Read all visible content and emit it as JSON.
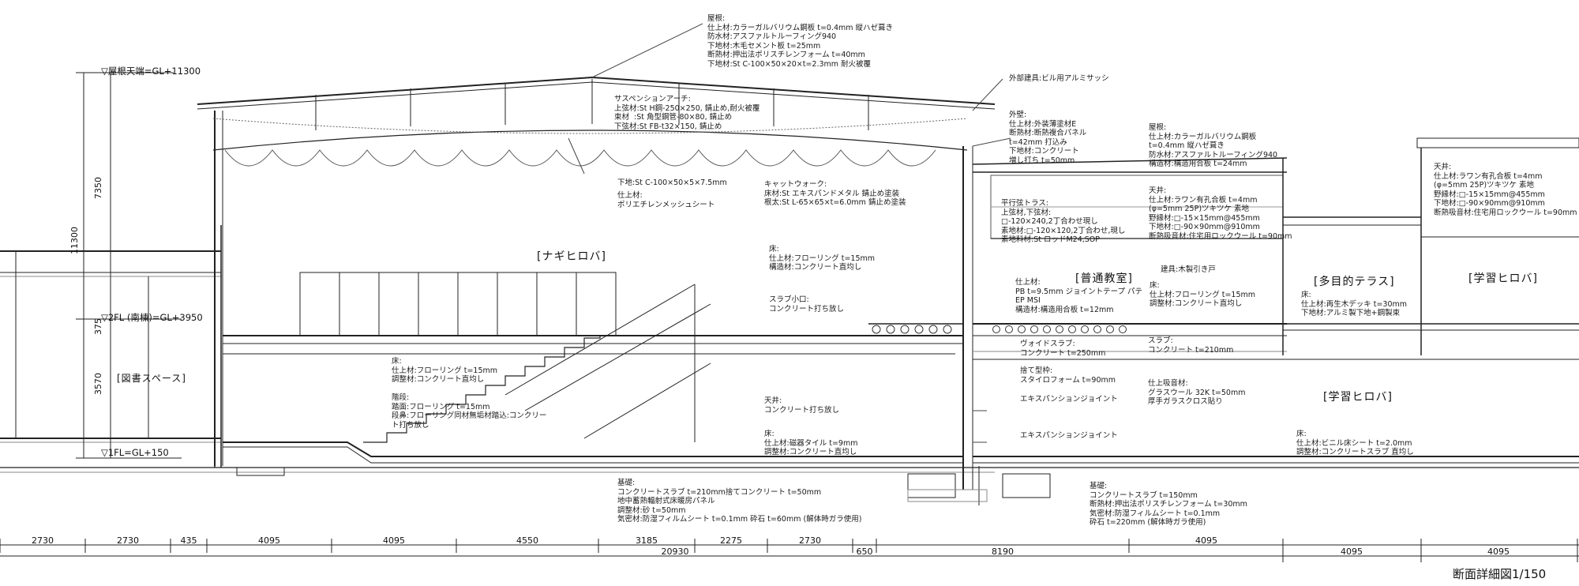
{
  "title": "断面詳細図1/150",
  "levels": {
    "roof_top": "▽屋根天端=GL+11300",
    "second_floor": "▽2FL (南棟)=GL+3950",
    "first_floor": "▽1FL=GL+150"
  },
  "vertical_dims": {
    "total": "11300",
    "upper": "7350",
    "mid": "375",
    "lower": "3570"
  },
  "horizontal_dims": {
    "segments": [
      "2730",
      "2730",
      "435",
      "4095",
      "4095",
      "4550",
      "3185",
      "2275",
      "2730",
      "650",
      "8190",
      "4095",
      "4095",
      "4095"
    ],
    "totals": {
      "a": "20930"
    }
  },
  "rooms": {
    "nagi": "[ナギヒロバ]",
    "library": "[図書スペース]",
    "classroom": "[普通教室]",
    "terrace": "[多目的テラス]",
    "learning_upper": "[学習ヒロバ]",
    "learning_lower": "[学習ヒロバ]"
  },
  "notes": {
    "roof_main": "屋根:\n仕上材:カラーガルバリウム鋼板 t=0.4mm 縦ハゼ葺き\n防水材:アスファルトルーフィング940\n下地材:木毛セメント板 t=25mm\n断熱材:押出法ポリスチレンフォーム t=40mm\n下地材:St C-100×50×20×t=2.3mm 耐火被覆",
    "suspension": "サスペンションアーチ:\n上弦材:St H鋼-250×250, 錆止め,耐火被覆\n束材  :St 角型鋼管-80×80, 錆止め\n下弦材:St FB-t32×150, 錆止め",
    "under_lower": "下地:St C-100×50×5×7.5mm",
    "mesh": "仕上材:\nポリエチレンメッシュシート",
    "catwalk": "キャットウォーク:\n床材:St エキスパンドメタル 錆止め塗装\n根太:St L-65×65×t=6.0mm 錆止め塗装",
    "sash": "外部建具:ビル用アルミサッシ",
    "wall": "外壁:\n仕上材:外装薄塗材E\n断熱材:断熱複合パネル\nt=42mm 打込み\n下地材:コンクリート\n増し打ち t=50mm",
    "roof_class": "屋根:\n仕上材:カラーガルバリウム鋼板\nt=0.4mm 縦ハゼ葺き\n防水材:アスファルトルーフィング940\n構造材:構造用合板 t=24mm",
    "truss": "平行弦トラス:\n上弦材,下弦材:\n□-120×240,2丁合わせ現し\n素地材:□-120×120,2丁合わせ,現し\n素地料材:St ロッドM24,SOP",
    "ceiling_class": "天井:\n仕上材:ラワン有孔合板 t=4mm\n(φ=5mm 25P)ツキツケ 素地\n野縁材:□-15×15mm@455mm\n下地材:□-90×90mm@910mm\n断熱吸音材:住宅用ロックウール t=90mm",
    "ceiling_right": "天井:\n仕上材:ラワン有孔合板 t=4mm\n(φ=5mm 25P)ツキツケ 素地\n野縁材:□-15×15mm@455mm\n下地材:□-90×90mm@910mm\n断熱吸音材:住宅用ロックウール t=90mm",
    "floor_2f": "床:\n仕上材:フローリング t=15mm\n構造材:コンクリート直均し",
    "slab_opening": "スラブ小口:\nコンクリート打ち放し",
    "door": "建具:木製引き戸",
    "class_wall": "仕上材:\nPB t=9.5mm ジョイントテープ パテ\nEP MSI\n構造材:構造用合板 t=12mm",
    "class_floor": "床:\n仕上材:フローリング t=15mm\n調整材:コンクリート直均し",
    "terrace_floor": "床:\n仕上材:再生木デッキ t=30mm\n下地材:アルミ製下地+鋼製束",
    "void_slab": "ヴォイドスラブ:\nコンクリート t=250mm",
    "slab": "スラブ:\nコンクリート t=210mm",
    "formwork": "捨て型枠:\nスタイロフォーム t=90mm",
    "absorb": "仕上吸音材:\nグラスウール 32K t=50mm\n厚手ガラスクロス貼り",
    "exp1": "エキスパンションジョイント",
    "exp2": "エキスパンションジョイント",
    "library_floor": "床:\n仕上材:フローリング t=15mm\n調整材:コンクリート直均し",
    "stairs": "階段:\n踏面:フローリング t=15mm\n段鼻:フローリング同材無垢材踏込:コンクリー\nト打ち放し",
    "ceiling_conc": "天井:\nコンクリート打ち放し",
    "tile_floor": "床:\n仕上材:磁器タイル t=9mm\n調整材:コンクリート直均し",
    "vinyl_floor": "床:\n仕上材:ビニル床シート t=2.0mm\n調整材:コンクリートスラブ 直均し",
    "found_left": "基礎:\nコンクリートスラブ t=210mm捨てコンクリート t=50mm\n地中蓄熱輻射式床暖房パネル\n調整材:砂 t=50mm\n気密材:防湿フィルムシート t=0.1mm 砕石 t=60mm (解体時ガラ使用)",
    "found_right": "基礎:\nコンクリートスラブ t=150mm\n断熱材:押出法ポリスチレンフォーム t=30mm\n気密材:防湿フィルムシート t=0.1mm\n砕石 t=220mm (解体時ガラ使用)"
  }
}
